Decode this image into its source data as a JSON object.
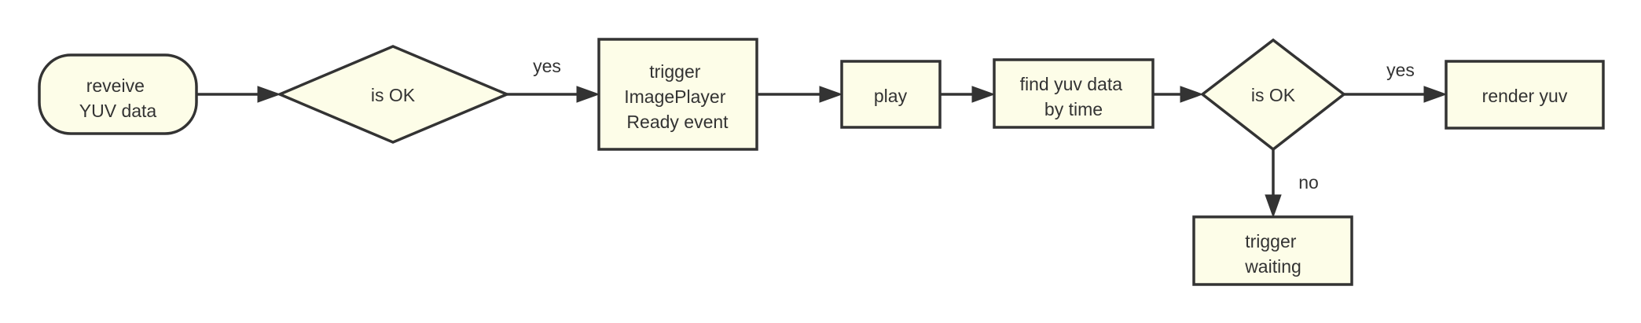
{
  "colors": {
    "node_fill": "#fdfde8",
    "stroke": "#333333",
    "text": "#333333",
    "background": "#ffffff"
  },
  "nodes": {
    "receive": {
      "shape": "rounded-terminal",
      "lines": [
        "reveive",
        "YUV data"
      ]
    },
    "check1": {
      "shape": "diamond",
      "lines": [
        "is OK"
      ]
    },
    "trigger_ready": {
      "shape": "rectangle",
      "lines": [
        "trigger",
        "ImagePlayer",
        "Ready event"
      ]
    },
    "play": {
      "shape": "rectangle",
      "lines": [
        "play"
      ]
    },
    "find_yuv": {
      "shape": "rectangle",
      "lines": [
        "find yuv data",
        "by time"
      ]
    },
    "check2": {
      "shape": "diamond",
      "lines": [
        "is OK"
      ]
    },
    "render": {
      "shape": "rectangle",
      "lines": [
        "render yuv"
      ]
    },
    "waiting": {
      "shape": "rectangle",
      "lines": [
        "trigger",
        "waiting"
      ]
    }
  },
  "edges": {
    "e1": {
      "from": "receive",
      "to": "check1",
      "label": ""
    },
    "e2": {
      "from": "check1",
      "to": "trigger_ready",
      "label": "yes"
    },
    "e3": {
      "from": "trigger_ready",
      "to": "play",
      "label": ""
    },
    "e4": {
      "from": "play",
      "to": "find_yuv",
      "label": ""
    },
    "e5": {
      "from": "find_yuv",
      "to": "check2",
      "label": ""
    },
    "e6": {
      "from": "check2",
      "to": "render",
      "label": "yes"
    },
    "e7": {
      "from": "check2",
      "to": "waiting",
      "label": "no"
    }
  }
}
